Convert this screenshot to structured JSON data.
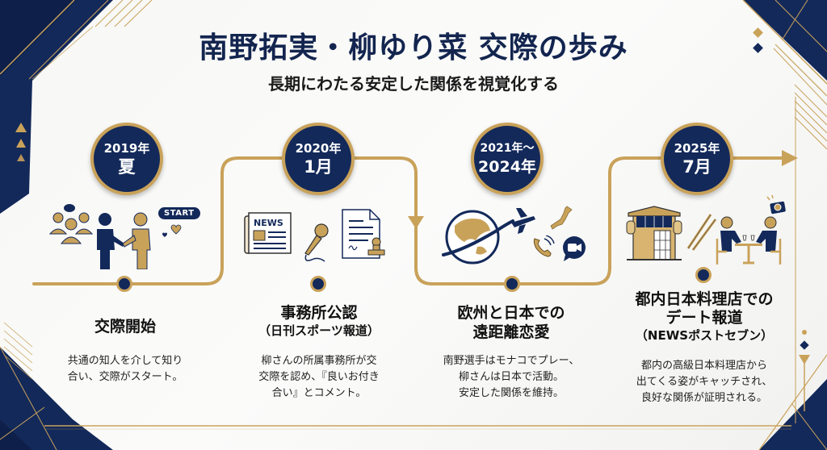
{
  "header": {
    "title": "南野拓実・柳ゆり菜 交際の歩み",
    "subtitle": "長期にわたる安定した関係を視覚化する"
  },
  "colors": {
    "navy": "#13295a",
    "gold": "#c9a25a",
    "background": "#f7f7f5",
    "text": "#1a1a1a"
  },
  "timeline": [
    {
      "date_line1": "2019年",
      "date_line2": "夏",
      "icons": [
        "friends-group-icon",
        "handshake-icon",
        "heart-icon",
        "start-bubble"
      ],
      "start_label": "START",
      "title": "交際開始",
      "subtitle": "",
      "description_lines": [
        "共通の知人を介して知り",
        "合い、交際がスタート。"
      ]
    },
    {
      "date_line1": "2020年",
      "date_line2": "1月",
      "icons": [
        "newspaper-icon",
        "microphone-icon",
        "document-stamp-icon"
      ],
      "news_label": "NEWS",
      "title": "事務所公認",
      "subtitle": "（日刊スポーツ報道）",
      "description_lines": [
        "柳さんの所属事務所が交",
        "交際を認め、『良いお付き",
        "合い』とコメント。"
      ]
    },
    {
      "date_line1": "2021年〜",
      "date_line2": "2024年",
      "icons": [
        "globe-airplane-icon",
        "japan-map-icon",
        "phone-icon",
        "video-call-icon"
      ],
      "title_line1": "欧州と日本での",
      "title_line2": "遠距離恋愛",
      "description_lines": [
        "南野選手はモナコでプレー、",
        "柳さんは日本で活動。",
        "安定した関係を維持。"
      ]
    },
    {
      "date_line1": "2025年",
      "date_line2": "7月",
      "icons": [
        "japanese-restaurant-icon",
        "chopsticks-icon",
        "couple-dining-icon",
        "camera-icon"
      ],
      "title_line1": "都内日本料理店での",
      "title_line2": "デート報道",
      "subtitle": "（NEWSポストセブン）",
      "description_lines": [
        "都内の高級日本料理店から",
        "出てくる姿がキャッチされ、",
        "良好な関係が証明される。"
      ]
    }
  ]
}
